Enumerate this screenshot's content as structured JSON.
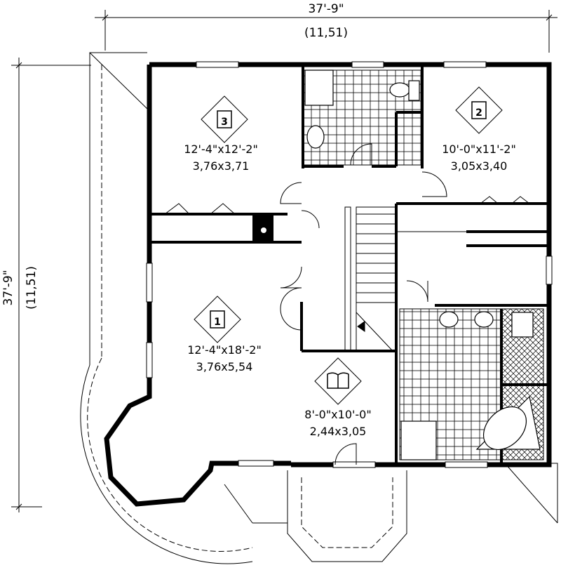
{
  "dimensions": {
    "width_imperial": "37'-9\"",
    "width_metric": "(11,51)",
    "depth_imperial": "37'-9\"",
    "depth_metric": "(11,51)"
  },
  "rooms": [
    {
      "icon": "bedroom-3-icon",
      "number": "3",
      "imperial": "12'-4\"x12'-2\"",
      "metric": "3,76x3,71"
    },
    {
      "icon": "bedroom-2-icon",
      "number": "2",
      "imperial": "10'-0\"x11'-2\"",
      "metric": "3,05x3,40"
    },
    {
      "icon": "bedroom-1-icon",
      "number": "1",
      "imperial": "12'-4\"x18'-2\"",
      "metric": "3,76x5,54"
    },
    {
      "icon": "open-book-icon",
      "number": "",
      "imperial": "8'-0\"x10'-0\"",
      "metric": "2,44x3,05"
    }
  ],
  "colors": {
    "ink": "#000000",
    "background": "#ffffff"
  }
}
